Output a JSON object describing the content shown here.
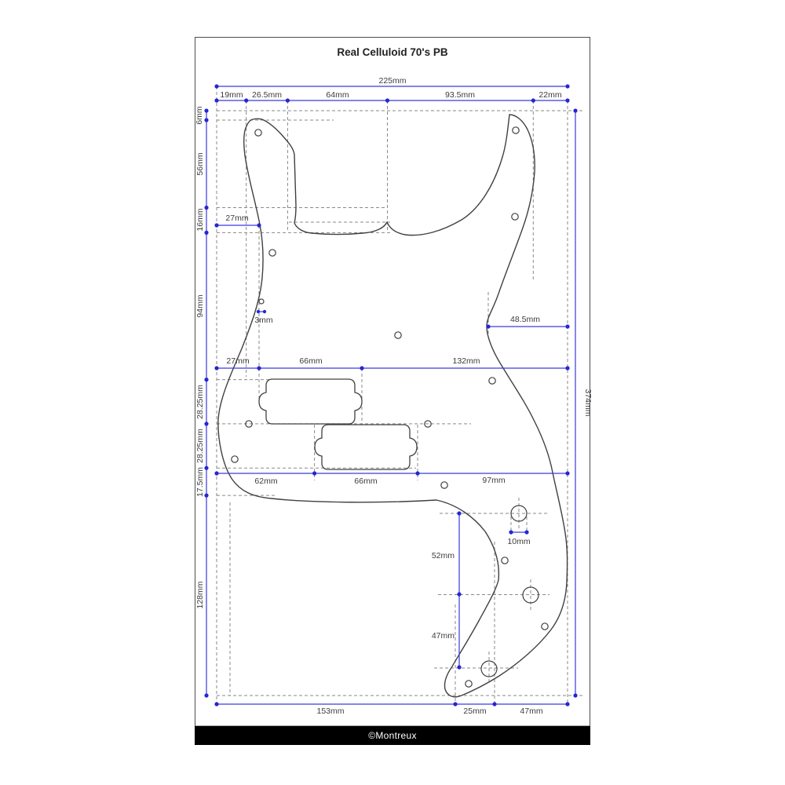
{
  "title": "Real Celluloid 70's PB",
  "footer": "©Montreux",
  "colors": {
    "dimension_blue": "#3a3adf",
    "guide_gray": "#8a8a8a",
    "outline_gray": "#404040",
    "footer_bg": "#000000",
    "footer_text": "#ffffff"
  },
  "labels": {
    "top": {
      "total": "225mm",
      "segments": [
        "19mm",
        "26.5mm",
        "64mm",
        "93.5mm",
        "22mm"
      ]
    },
    "left": {
      "segments": [
        "6mm",
        "56mm",
        "16mm",
        "94mm",
        "28.25mm",
        "28.25mm",
        "17.5mm",
        "128mm"
      ]
    },
    "right": {
      "total": "374mm"
    },
    "inner": {
      "neck_offset": "27mm",
      "screw_dia": "3mm",
      "waist": "48.5mm",
      "pickup_row": [
        "27mm",
        "66mm",
        "132mm"
      ],
      "lower_row": [
        "62mm",
        "66mm",
        "97mm"
      ],
      "control_col": [
        "52mm",
        "47mm"
      ],
      "pot_dia": "10mm"
    },
    "bottom": {
      "segments": [
        "153mm",
        "25mm",
        "47mm"
      ]
    }
  }
}
